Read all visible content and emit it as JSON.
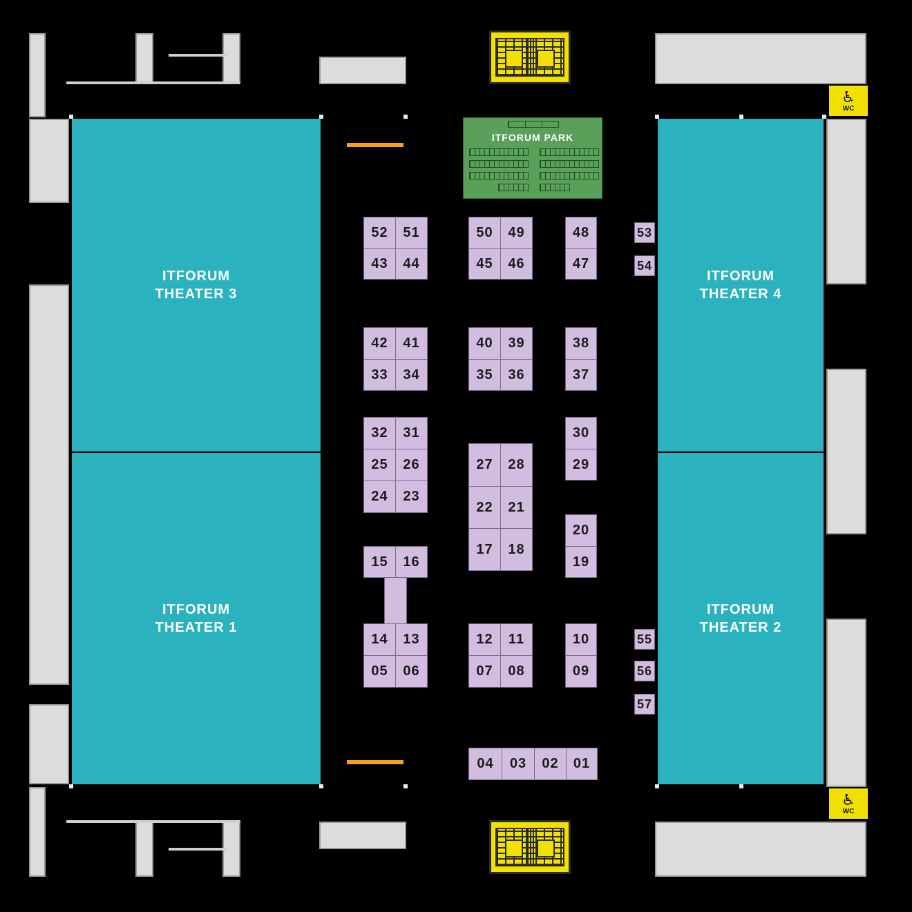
{
  "colors": {
    "background": "#000000",
    "theater": "#2ab3be",
    "booth": "#d2bde0",
    "park": "#5a9f5a",
    "stairs": "#f2e100",
    "wc": "#f2e100",
    "marker": "#f3a414",
    "wall": "#dcdcdc"
  },
  "theaters": {
    "t3": [
      "ITFORUM",
      "THEATER 3"
    ],
    "t4": [
      "ITFORUM",
      "THEATER 4"
    ],
    "t1": [
      "ITFORUM",
      "THEATER 1"
    ],
    "t2": [
      "ITFORUM",
      "THEATER 2"
    ]
  },
  "park": {
    "label": "ITFORUM PARK"
  },
  "wc": {
    "label": "WC",
    "icon": "wheelchair-icon"
  },
  "booths": {
    "b52": "52",
    "b51": "51",
    "b43": "43",
    "b44": "44",
    "b50": "50",
    "b49": "49",
    "b45": "45",
    "b46": "46",
    "b48": "48",
    "b47": "47",
    "b53": "53",
    "b54": "54",
    "b42": "42",
    "b41": "41",
    "b33": "33",
    "b34": "34",
    "b40": "40",
    "b39": "39",
    "b35": "35",
    "b36": "36",
    "b38": "38",
    "b37": "37",
    "b32": "32",
    "b31": "31",
    "b25": "25",
    "b26": "26",
    "b24": "24",
    "b23": "23",
    "b30": "30",
    "b29": "29",
    "b27": "27",
    "b28": "28",
    "b22": "22",
    "b21": "21",
    "b17": "17",
    "b18": "18",
    "b20": "20",
    "b19": "19",
    "b15": "15",
    "b16": "16",
    "b14": "14",
    "b13": "13",
    "b05": "05",
    "b06": "06",
    "b12": "12",
    "b11": "11",
    "b07": "07",
    "b08": "08",
    "b10": "10",
    "b09": "09",
    "b55": "55",
    "b56": "56",
    "b57": "57",
    "b04": "04",
    "b03": "03",
    "b02": "02",
    "b01": "01"
  }
}
